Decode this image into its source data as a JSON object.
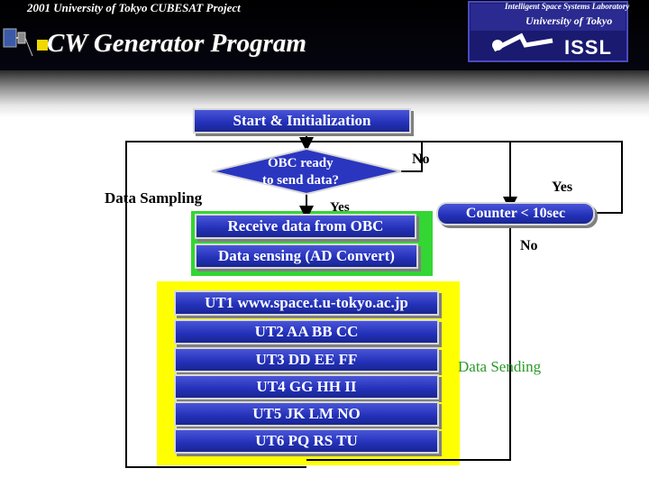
{
  "header": {
    "top_title": "2001 University of Tokyo CUBESAT Project",
    "main_title": "CW Generator Program",
    "lab_name": "Intelligent Space Systems Laboratory",
    "university": "University of Tokyo",
    "lab_abbrev": "ISSL"
  },
  "flow": {
    "start": "Start & Initialization",
    "decision_obc_line1": "OBC ready",
    "decision_obc_line2": "to send data?",
    "label_no_obc": "No",
    "label_yes_obc": "Yes",
    "data_sampling": "Data Sampling",
    "receive_data": "Receive data from OBC",
    "data_sensing": "Data sensing (AD Convert)",
    "counter": "Counter < 10sec",
    "label_yes_counter": "Yes",
    "label_no_counter": "No",
    "data_sending": "Data Sending",
    "ut_items": [
      "UT1 www.space.t.u-tokyo.ac.jp",
      "UT2 AA BB CC",
      "UT3 DD EE FF",
      "UT4 GG HH II",
      "UT5 JK LM NO",
      "UT6 PQ RS TU"
    ]
  },
  "colors": {
    "box_blue": "#2230b8",
    "green_group": "#33d633",
    "yellow_group": "#ffff00",
    "data_sending_text": "#2a9a2a",
    "header_bg": "#000000"
  }
}
